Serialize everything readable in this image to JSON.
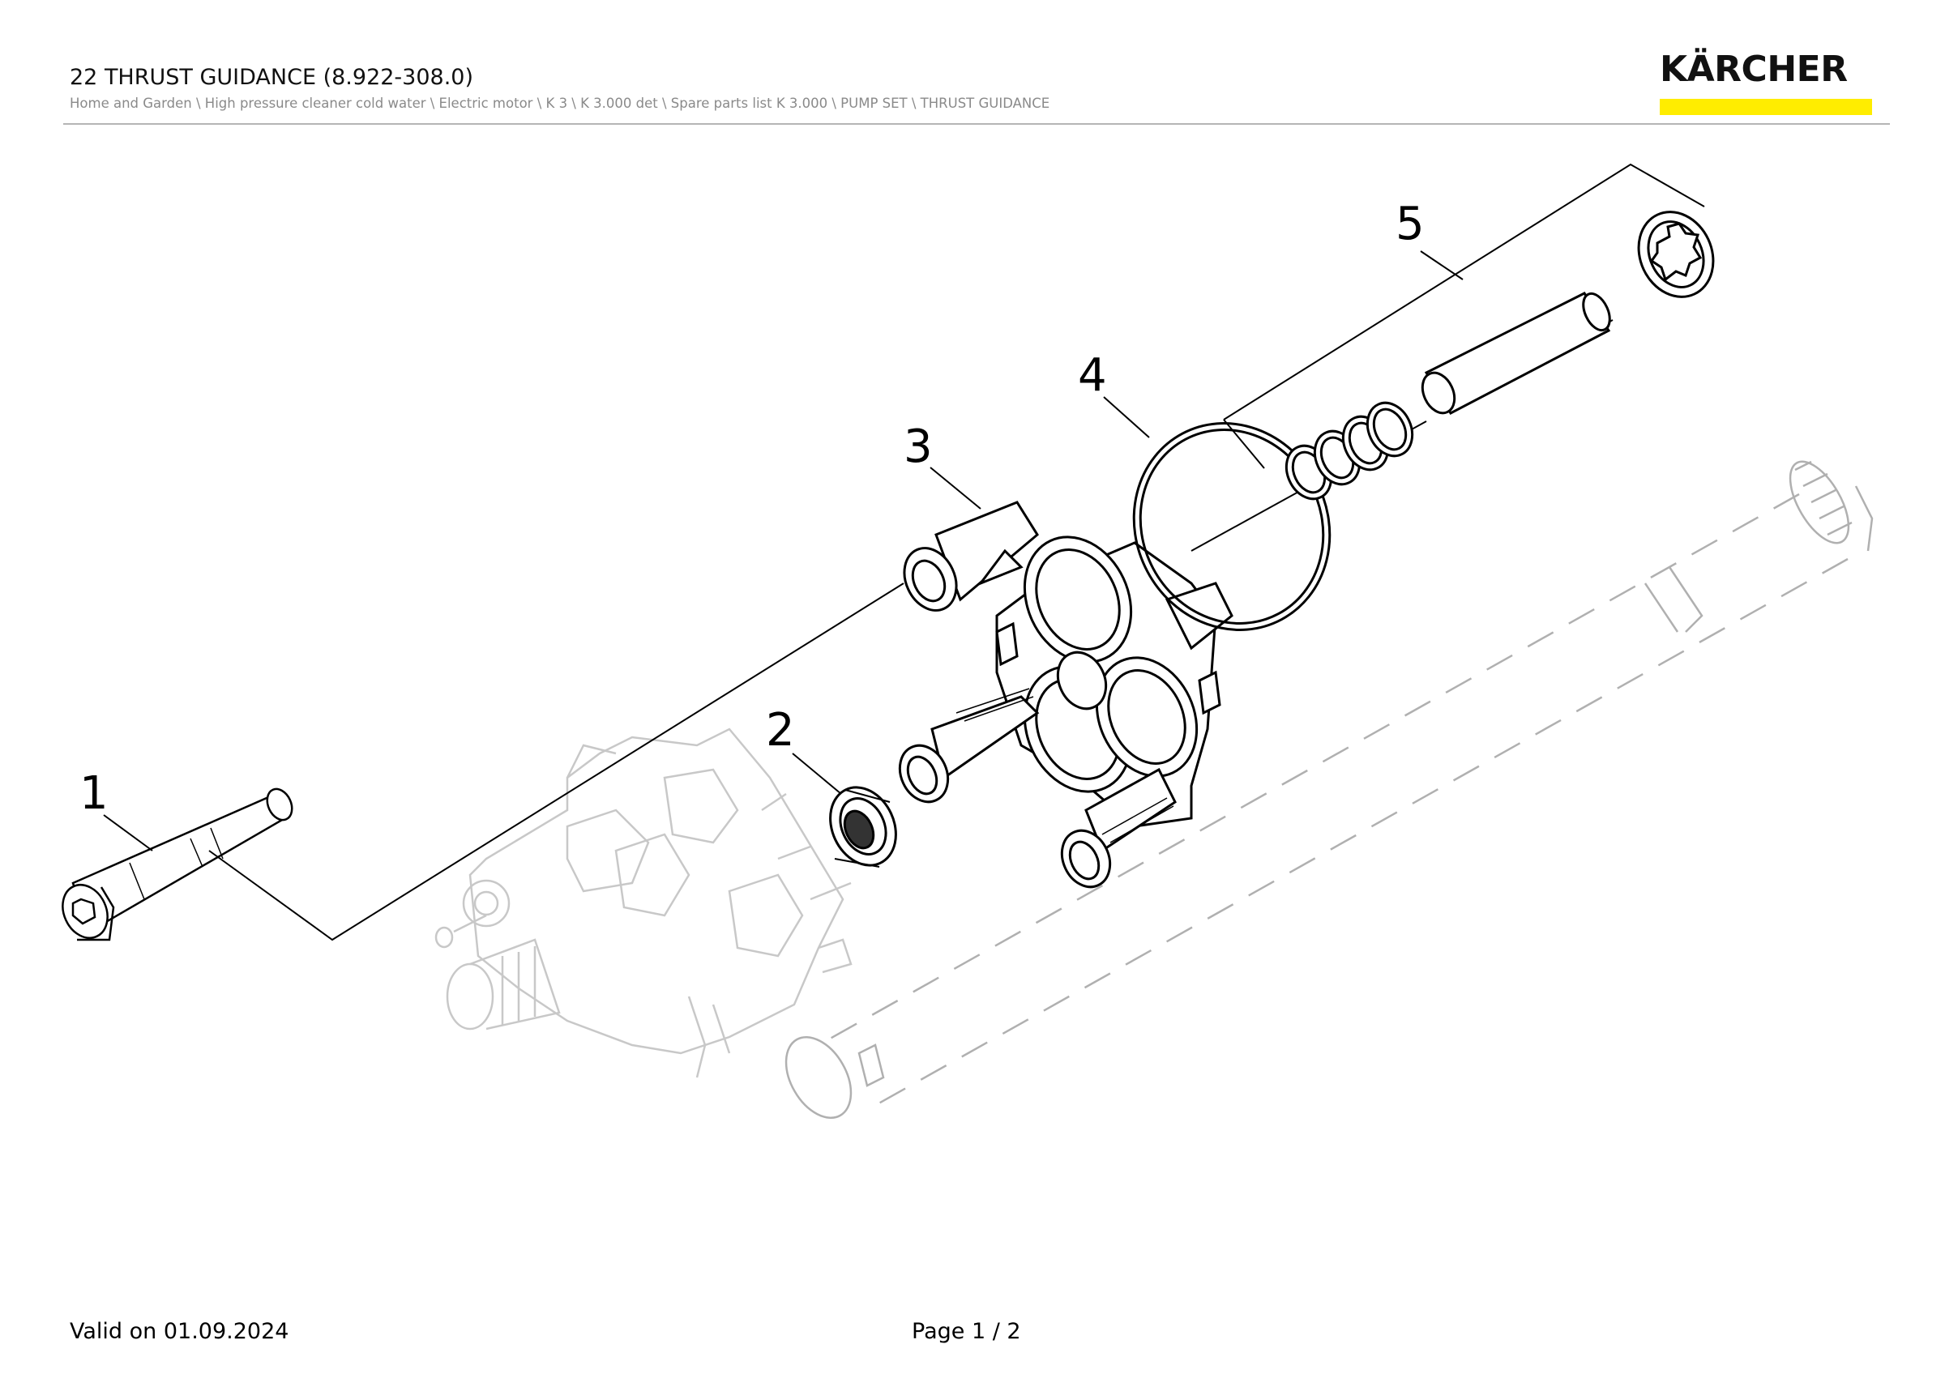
{
  "header": {
    "title": "22 THRUST GUIDANCE (8.922-308.0)",
    "breadcrumb": "Home and Garden \\ High pressure cleaner cold water \\ Electric motor \\ K 3 \\ K 3.000 det \\ Spare parts list K 3.000 \\ PUMP SET \\ THRUST GUIDANCE"
  },
  "logo": {
    "text": "KÄRCHER",
    "bar_color": "#ffed00"
  },
  "diagram": {
    "callouts": [
      "1",
      "2",
      "3",
      "4",
      "5"
    ],
    "ghost_color": "#c8c8c8",
    "line_color": "#000000"
  },
  "footer": {
    "valid": "Valid on 01.09.2024",
    "page": "Page 1 / 2"
  }
}
